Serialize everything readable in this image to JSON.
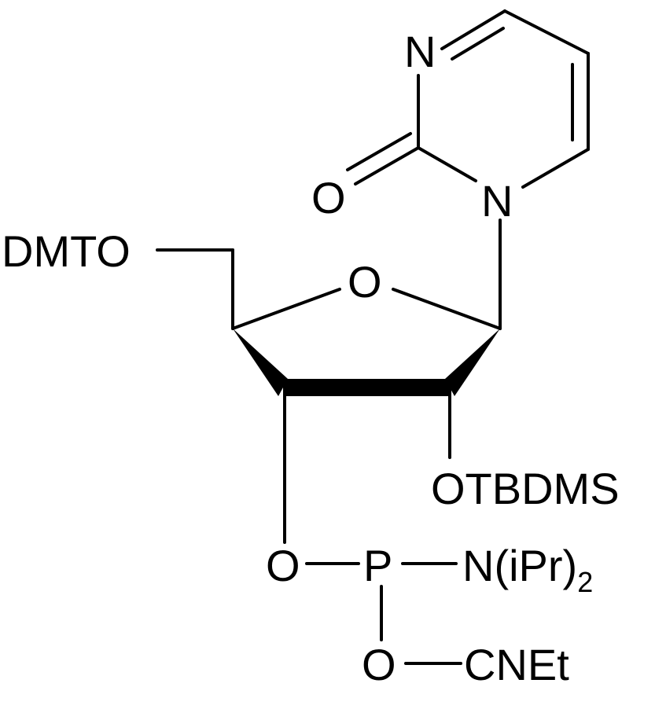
{
  "molecule": {
    "atoms": {
      "ring_n3": "N",
      "carbonyl_o": "O",
      "ring_n1": "N",
      "dmto": "DMTO",
      "ring_o": "O",
      "otbdms": "OTBDMS",
      "phos_o": "O",
      "phosphorus": "P",
      "amine_main": "N(iPr)",
      "amine_sub": "2",
      "lower_o": "O",
      "cnet": "CNEt"
    }
  }
}
